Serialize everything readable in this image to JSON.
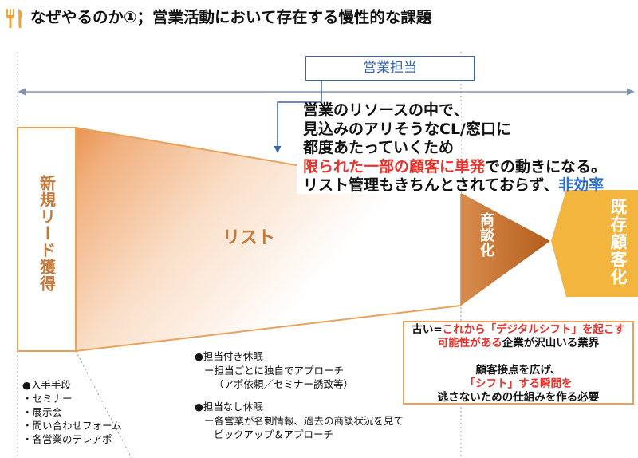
{
  "header": {
    "icon": "fork-knife-icon",
    "title": "なぜやるのか①；営業活動において存在する慢性的な課題"
  },
  "sales_rep": {
    "label": "営業担当"
  },
  "callout": {
    "line1": "営業のリソースの中で、",
    "line2": "見込みのアリそうなCL/窓口に",
    "line3": "都度あたっていくため",
    "line4": {
      "highlight": "限られた一部の顧客に単発",
      "rest": "での動きになる。"
    },
    "line5": {
      "text": "リスト管理もきちんとされておらず、",
      "highlight": "非効率"
    }
  },
  "funnel": {
    "new_lead": "新規リード獲得",
    "list": "リスト",
    "deal": "商談化",
    "existing_customer": "既存顧客化"
  },
  "acquisition": {
    "heading": "●入手手段",
    "items": [
      "・セミナー",
      "・展示会",
      "・問い合わせフォーム",
      "・各営業のテレアポ"
    ]
  },
  "dormant": {
    "assigned": {
      "heading": "●担当付き休眠",
      "lines": [
        "ー担当ごとに独自でアプローチ",
        "（アポ依頼／セミナー誘致等）"
      ]
    },
    "unassigned": {
      "heading": "●担当なし休眠",
      "lines": [
        "ー各営業が名刺情報、過去の商談状況を見て",
        "ピックアップ＆アプローチ"
      ]
    }
  },
  "opportunity": {
    "line1": {
      "prefix": "古い=",
      "highlight": "これから「デジタルシフト」を起こす"
    },
    "line2": {
      "highlight": "可能性がある",
      "rest": "企業が沢山いる業界"
    },
    "line3": "顧客接点を広げ、",
    "line4": "「シフト」する瞬間を",
    "line5": "逃さないための仕組みを作る必要"
  },
  "colors": {
    "accent_orange": "#e9a25c",
    "label_orange": "#c47a3a",
    "highlight_red": "#e8322c",
    "highlight_blue": "#2e6fcd",
    "sales_rep_blue": "#3c64a8",
    "deal_brown": "#c0692b",
    "customer_yellow": "#f4b53f",
    "icon_orange": "#f0a33a"
  }
}
